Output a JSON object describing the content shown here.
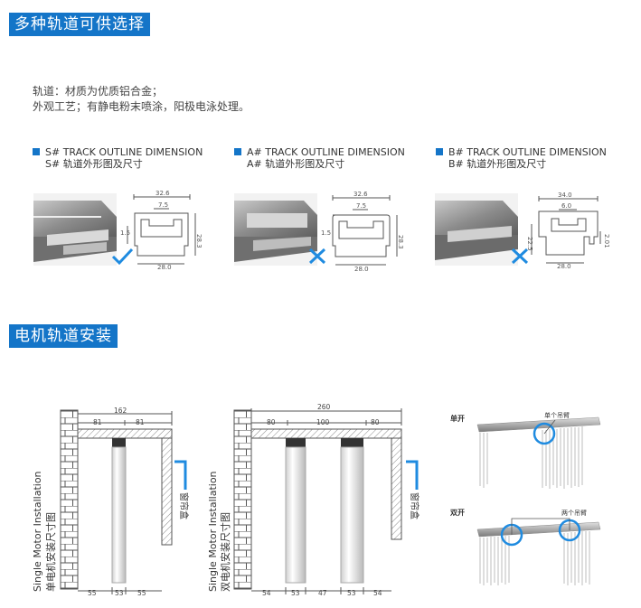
{
  "section1": {
    "title": "多种轨道可供选择",
    "intro_line1": "轨道：材质为优质铝合金；",
    "intro_line2": "外观工艺；有静电粉末喷涂，阳极电泳处理。",
    "tracks": [
      {
        "title_en": "S# TRACK OUTLINE DIMENSION",
        "title_cn": "S# 轨道外形图及尺寸",
        "dims": {
          "top": "32.6",
          "inner": "7.5",
          "side": "1.5",
          "height": "28.3",
          "bottom": "28.0"
        }
      },
      {
        "title_en": "A# TRACK OUTLINE DIMENSION",
        "title_cn": "A# 轨道外形图及尺寸",
        "dims": {
          "top": "32.6",
          "inner": "7.5",
          "side": "1.5",
          "height": "28.3",
          "bottom": "28.0"
        }
      },
      {
        "title_en": "B# TRACK OUTLINE DIMENSION",
        "title_cn": "B# 轨道外形图及尺寸",
        "dims": {
          "top": "34.0",
          "inner": "6.0",
          "side": "22.5",
          "right": "2.01",
          "bottom": "28.0"
        }
      }
    ]
  },
  "section2": {
    "title": "电机轨道安装",
    "single": {
      "vertical_en": "Single Motor Installation",
      "vertical_cn": "单电机安装尺寸图",
      "total": "162",
      "seg_left": "81",
      "seg_right": "81",
      "bottom_left": "55",
      "bottom_mid": "53",
      "bottom_right": "55",
      "box_label": "窗帘盒"
    },
    "double": {
      "vertical_en": "Single Motor Installation",
      "vertical_cn": "双电机安装尺寸图",
      "total": "260",
      "seg_left": "80",
      "seg_mid": "100",
      "seg_right": "80",
      "bottom": [
        "54",
        "53",
        "47",
        "53",
        "54"
      ],
      "box_label": "窗帘盒"
    },
    "illus": {
      "single_label": "单开",
      "single_arm": "单个吊臂",
      "double_label": "双开",
      "double_arm": "两个吊臂"
    }
  },
  "colors": {
    "accent": "#1475c8",
    "profile": "#8e8e8e"
  }
}
